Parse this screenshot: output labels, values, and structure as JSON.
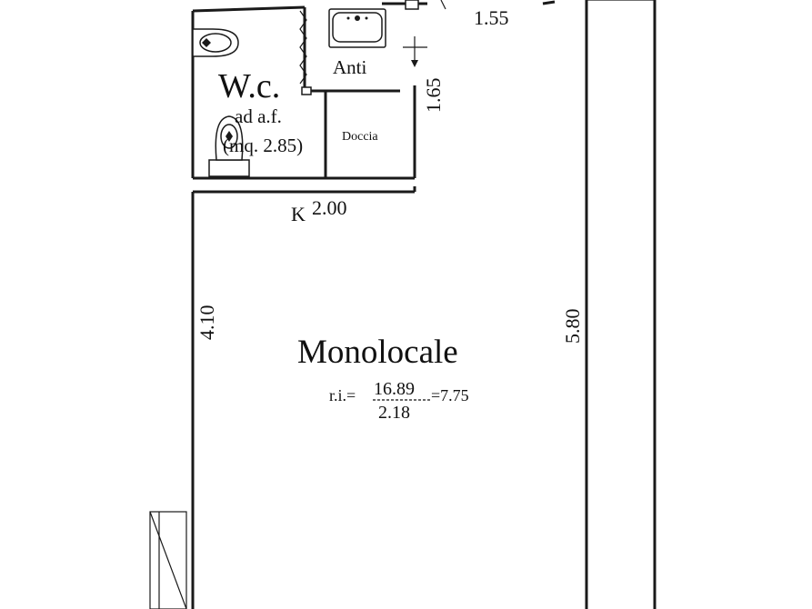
{
  "plan": {
    "rooms": {
      "wc": {
        "name": "W.c.",
        "sub1": "ad a.f.",
        "sub2": "(mq. 2.85)"
      },
      "anti": {
        "name": "Anti"
      },
      "doccia": {
        "name": "Doccia"
      },
      "kitchen": {
        "name": "K"
      },
      "main": {
        "name": "Monolocale"
      }
    },
    "ri": {
      "prefix": "r.i.=",
      "numerator": "16.89",
      "denominator": "2.18",
      "result": "=7.75"
    },
    "dimensions": {
      "top": "1.55",
      "anti_height": "1.65",
      "mid_width": "2.00",
      "left_height": "4.10",
      "right_height": "5.80"
    }
  },
  "icons": [
    "wc-toilet-icon",
    "bidet-icon",
    "sink-icon",
    "door-swing-icon"
  ],
  "colors": {
    "line": "#1a1a1a",
    "background": "#ffffff"
  }
}
